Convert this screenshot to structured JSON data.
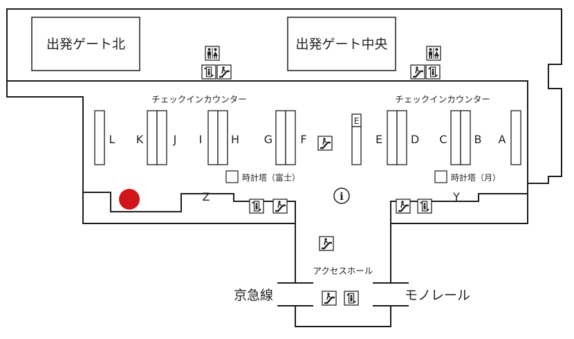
{
  "gates": {
    "north": "出発ゲート北",
    "center": "出発ゲート中央"
  },
  "counter_headers": {
    "left": "チェックインカウンター",
    "right": "チェックインカウンター"
  },
  "counters": [
    "L",
    "K",
    "J",
    "I",
    "H",
    "G",
    "F",
    "E",
    "D",
    "C",
    "B",
    "A"
  ],
  "small_counter_e": "E",
  "areas": {
    "z": "Z",
    "y": "Y",
    "access_hall": "アクセスホール"
  },
  "clocks": {
    "fuji": "時計塔（富士）",
    "tsuki": "時計塔（月）"
  },
  "lines": {
    "keikyu": "京急線",
    "monorail": "モノレール"
  },
  "info_symbol": "i",
  "icons": [
    "restroom-icon",
    "elevator-icon",
    "escalator-icon",
    "information-icon",
    "current-location-marker"
  ],
  "colors": {
    "location_marker": "#d0161a",
    "wall": "#1a1a1a"
  }
}
